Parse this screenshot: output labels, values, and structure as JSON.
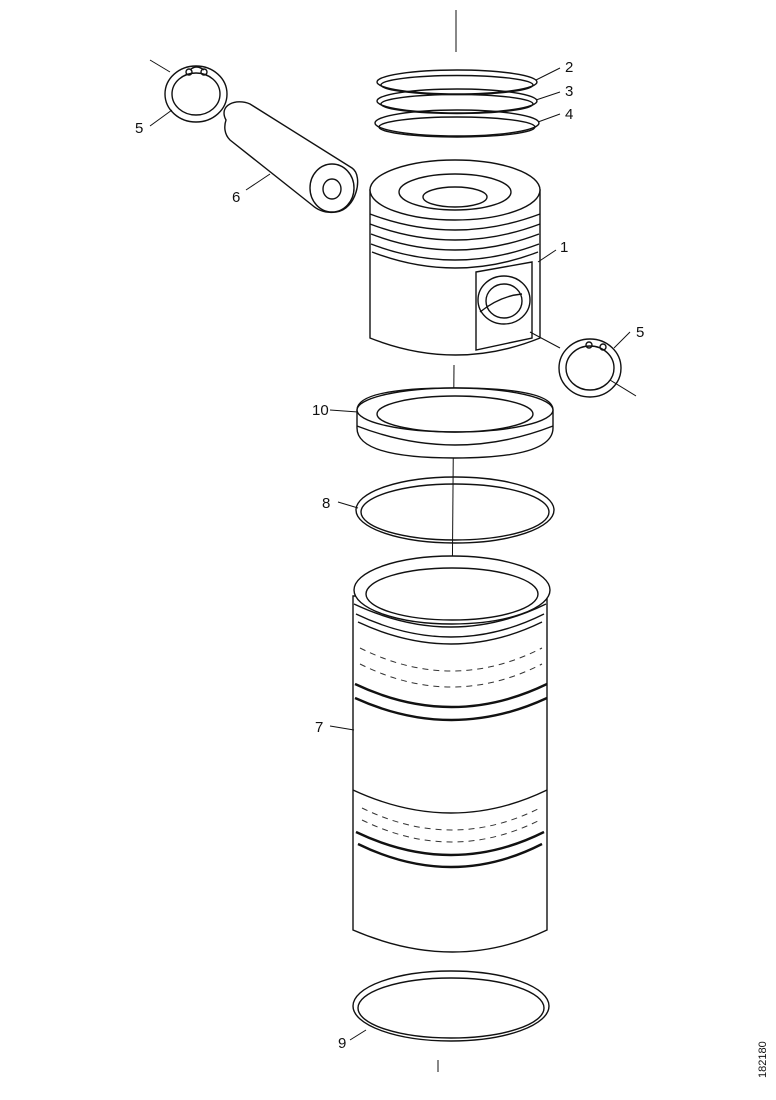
{
  "diagram": {
    "callouts": {
      "c1": "1",
      "c2": "2",
      "c3": "3",
      "c4": "4",
      "c5_left": "5",
      "c5_right": "5",
      "c6": "6",
      "c7": "7",
      "c8": "8",
      "c9": "9",
      "c10": "10"
    },
    "figure_code": "182180"
  }
}
